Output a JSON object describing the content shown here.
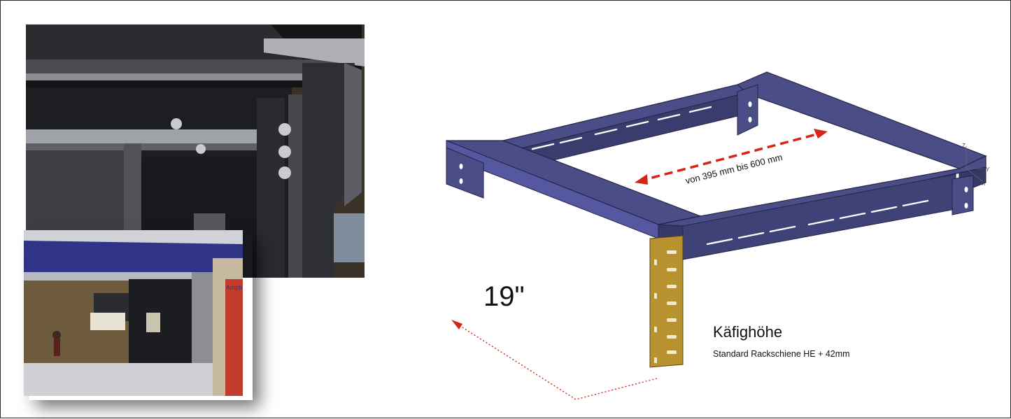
{
  "labels": {
    "range": "von 395 mm bis 600 mm",
    "size": "19\"",
    "cage_height": "Käfighöhe",
    "cage_height_sub": "Standard Rackschiene  HE + 42mm",
    "inset_sign": "Ampli",
    "axis_z": "Z",
    "axis_y": "Y",
    "axis_x": "X"
  },
  "colors": {
    "frame_purple": "#4b4e86",
    "frame_purple_dark": "#363866",
    "rail_gold": "#b8922e",
    "arrow_red": "#d62518"
  }
}
